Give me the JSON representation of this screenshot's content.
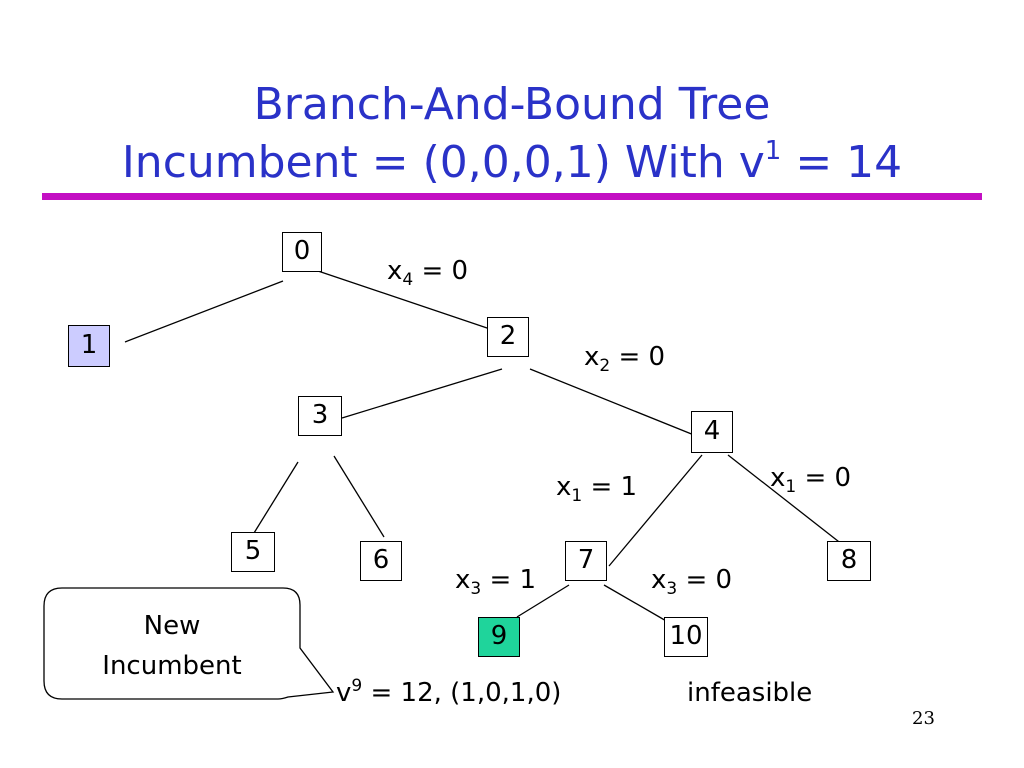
{
  "slide": {
    "title_line1": "Branch-And-Bound Tree",
    "title_line2_pre": "Incumbent = (0,0,0,1) With v",
    "title_line2_sup": "1",
    "title_line2_post": " = 14",
    "page_number": "23",
    "accent_color": "#2a32c8",
    "rule_color": "#c30fc3"
  },
  "tree": {
    "nodes": {
      "n0": "0",
      "n1": "1",
      "n2": "2",
      "n3": "3",
      "n4": "4",
      "n5": "5",
      "n6": "6",
      "n7": "7",
      "n8": "8",
      "n9": "9",
      "n10": "10"
    },
    "branches": {
      "x4": {
        "var": "x",
        "sub": "4",
        "rest": " = 0"
      },
      "x2": {
        "var": "x",
        "sub": "2",
        "rest": " = 0"
      },
      "x1a": {
        "var": "x",
        "sub": "1",
        "rest": " = 1"
      },
      "x1b": {
        "var": "x",
        "sub": "1",
        "rest": " = 0"
      },
      "x3a": {
        "var": "x",
        "sub": "3",
        "rest": " = 1"
      },
      "x3b": {
        "var": "x",
        "sub": "3",
        "rest": " = 0"
      }
    },
    "node_colors": {
      "node1": "#ccccff",
      "node9": "#1fd49b"
    },
    "result9": {
      "var": "v",
      "sup": "9",
      "rest": " = 12, (1,0,1,0)"
    },
    "result10": "infeasible"
  },
  "callout": {
    "line1": "New",
    "line2": "Incumbent"
  }
}
